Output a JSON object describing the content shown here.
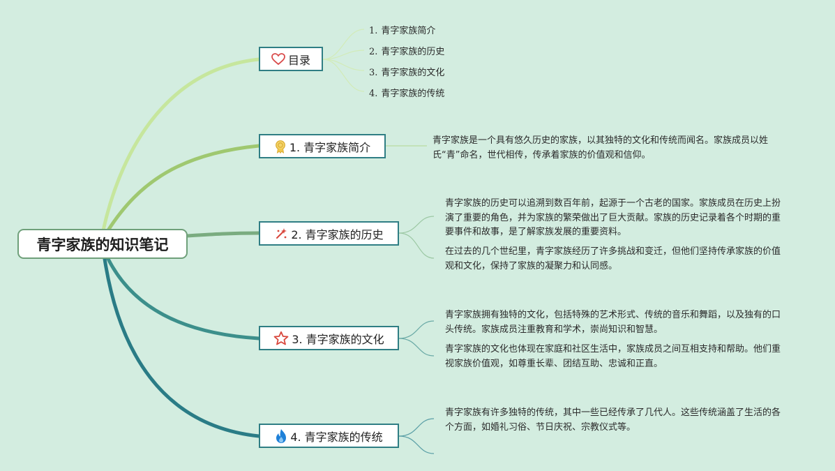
{
  "central": {
    "title": "青字家族的知识笔记"
  },
  "colors": {
    "background": "#d3ede0",
    "branch_toc": "#c6e69d",
    "branch_1": "#9fc870",
    "branch_2": "#7aac80",
    "branch_3": "#3c8f8b",
    "branch_4": "#2a7c86",
    "heart": "#d94b4b",
    "medal": "#e6b93a",
    "star": "#d9473d",
    "flame": "#1e80d8"
  },
  "branches": [
    {
      "id": "toc",
      "label": "目录",
      "icon": "heart-icon"
    },
    {
      "id": "intro",
      "label": "1. 青字家族简介",
      "icon": "medal-icon"
    },
    {
      "id": "history",
      "label": "2. 青字家族的历史",
      "icon": "sparkle-icon"
    },
    {
      "id": "culture",
      "label": "3. 青字家族的文化",
      "icon": "star-icon"
    },
    {
      "id": "tradition",
      "label": "4. 青字家族的传统",
      "icon": "flame-icon"
    }
  ],
  "toc": [
    {
      "num": "1.",
      "text": "青字家族简介"
    },
    {
      "num": "2.",
      "text": "青字家族的历史"
    },
    {
      "num": "3.",
      "text": "青字家族的文化"
    },
    {
      "num": "4.",
      "text": "青字家族的传统"
    }
  ],
  "notes": {
    "intro": [
      "青字家族是一个具有悠久历史的家族，以其独特的文化和传统而闻名。家族成员以姓氏“青”命名，世代相传，传承着家族的价值观和信仰。"
    ],
    "history": [
      "青字家族的历史可以追溯到数百年前，起源于一个古老的国家。家族成员在历史上扮演了重要的角色，并为家族的繁荣做出了巨大贡献。家族的历史记录着各个时期的重要事件和故事，是了解家族发展的重要资料。",
      "在过去的几个世纪里，青字家族经历了许多挑战和变迁，但他们坚持传承家族的价值观和文化，保持了家族的凝聚力和认同感。"
    ],
    "culture": [
      "青字家族拥有独特的文化，包括特殊的艺术形式、传统的音乐和舞蹈，以及独有的口头传统。家族成员注重教育和学术，崇尚知识和智慧。",
      "青字家族的文化也体现在家庭和社区生活中，家族成员之间互相支持和帮助。他们重视家族价值观，如尊重长辈、团结互助、忠诚和正直。"
    ],
    "tradition": [
      "青字家族有许多独特的传统，其中一些已经传承了几代人。这些传统涵盖了生活的各个方面，如婚礼习俗、节日庆祝、宗教仪式等。"
    ]
  }
}
